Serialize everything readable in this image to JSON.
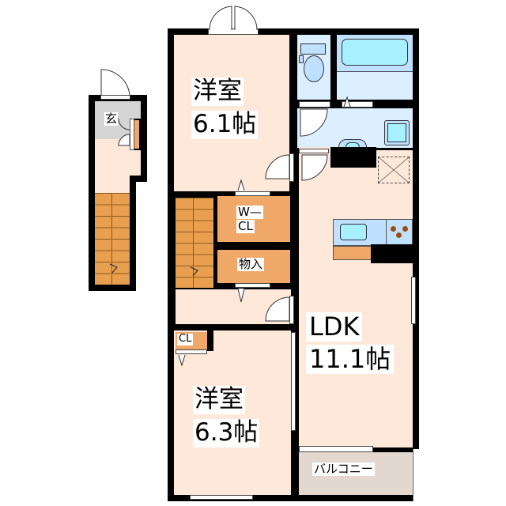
{
  "floorplan": {
    "colors": {
      "wall": "#000000",
      "room_floor": "#fde8da",
      "wet_area": "#dcefff",
      "wet_fixture": "#bfe0ff",
      "fixture_water": "#a8f0ff",
      "storage": "#f0a868",
      "stairs": "#e8a050",
      "entrance": "#d4d4d4",
      "balcony": "#e2d8d0",
      "stove_burner": "#a04a10"
    },
    "rooms": {
      "western_room_1": {
        "name": "洋室",
        "size": "6.1帖"
      },
      "western_room_2": {
        "name": "洋室",
        "size": "6.3帖"
      },
      "ldk": {
        "name": "LDK",
        "size": "11.1帖"
      },
      "walk_in_closet": {
        "line1": "W—",
        "line2": "CL"
      },
      "storage": {
        "label": "物入"
      },
      "closet": {
        "label": "CL"
      },
      "entrance": {
        "label": "玄"
      },
      "balcony": {
        "label": "バルコニー"
      }
    }
  }
}
